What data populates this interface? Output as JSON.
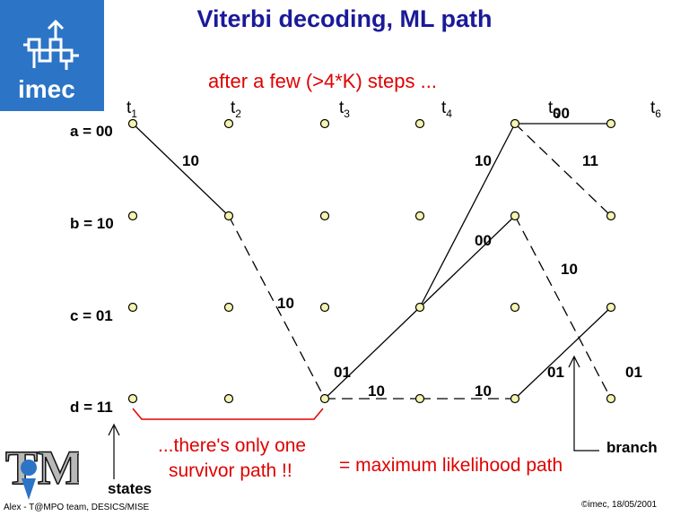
{
  "slide": {
    "title": "Viterbi decoding, ML path",
    "subtitle": "after a few (>4*K) steps ...",
    "logo_text": "imec",
    "colors": {
      "title": "#1a1a9a",
      "red": "#e00000",
      "logo_bg": "#2c74c6",
      "node_fill": "#f5f5b0"
    }
  },
  "states": [
    {
      "key": "a",
      "label": "a = 00"
    },
    {
      "key": "b",
      "label": "b = 10"
    },
    {
      "key": "c",
      "label": "c = 01"
    },
    {
      "key": "d",
      "label": "d = 11"
    }
  ],
  "times": [
    {
      "base": "t",
      "sub": "1"
    },
    {
      "base": "t",
      "sub": "2"
    },
    {
      "base": "t",
      "sub": "3"
    },
    {
      "base": "t",
      "sub": "4"
    },
    {
      "base": "t",
      "sub": "5"
    },
    {
      "base": "t",
      "sub": "6"
    }
  ],
  "edges": [
    {
      "from_state": "a",
      "from_time": 1,
      "to_state": "b",
      "to_time": 2,
      "style": "solid",
      "label": "10"
    },
    {
      "from_state": "b",
      "from_time": 2,
      "to_state": "d",
      "to_time": 3,
      "style": "dashed",
      "label": "10"
    },
    {
      "from_state": "d",
      "from_time": 3,
      "to_state": "c",
      "to_time": 4,
      "style": "solid",
      "label": "01"
    },
    {
      "from_state": "d",
      "from_time": 3,
      "to_state": "d",
      "to_time": 4,
      "style": "dashed",
      "label": "10"
    },
    {
      "from_state": "c",
      "from_time": 4,
      "to_state": "a",
      "to_time": 5,
      "style": "solid",
      "label": "10"
    },
    {
      "from_state": "c",
      "from_time": 4,
      "to_state": "b",
      "to_time": 5,
      "style": "solid",
      "label": "00"
    },
    {
      "from_state": "d",
      "from_time": 4,
      "to_state": "d",
      "to_time": 5,
      "style": "dashed",
      "label": "10"
    },
    {
      "from_state": "a",
      "from_time": 5,
      "to_state": "a",
      "to_time": 6,
      "style": "solid",
      "label": "00"
    },
    {
      "from_state": "a",
      "from_time": 5,
      "to_state": "b",
      "to_time": 6,
      "style": "dashed",
      "label": "11"
    },
    {
      "from_state": "b",
      "from_time": 5,
      "to_state": "d",
      "to_time": 6,
      "style": "dashed",
      "label": "10"
    },
    {
      "from_state": "d",
      "from_time": 5,
      "to_state": "c",
      "to_time": 6,
      "style": "solid",
      "label": "01"
    }
  ],
  "extra_labels": [
    "01"
  ],
  "annotations": {
    "survivor_line1": "...there's only one",
    "survivor_line2": "survivor path !!",
    "ml_path": "= maximum likelihood path",
    "branch": "branch",
    "states": "states"
  },
  "footer": {
    "left": "Alex - T@MPO team, DESICS/MISE",
    "right": "©imec, 18/05/2001"
  }
}
